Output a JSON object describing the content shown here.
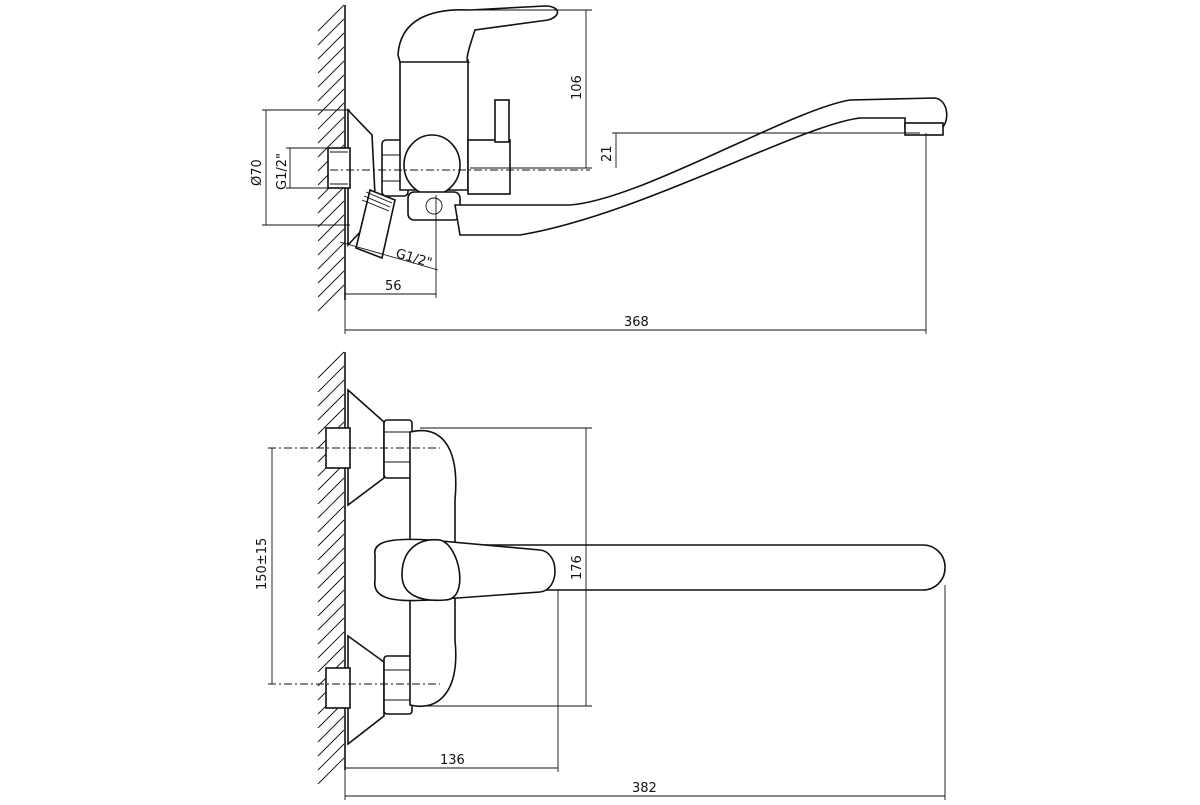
{
  "drawing": {
    "top_view": {
      "dim_height_handle": "106",
      "dim_spout_offset": "21",
      "dim_diameter": "Ø70",
      "dim_thread_inlet": "G1/2\"",
      "dim_thread_shower": "G1/2\"",
      "dim_wall_to_body": "56",
      "dim_total_length": "368"
    },
    "front_view": {
      "dim_inlet_spacing": "150±15",
      "dim_body_height": "176",
      "dim_wall_to_axis": "136",
      "dim_total_length": "382"
    }
  }
}
